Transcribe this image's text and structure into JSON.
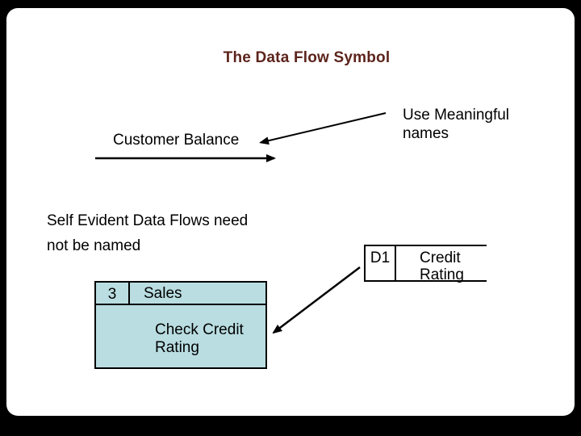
{
  "slide": {
    "title": "The Data Flow Symbol",
    "data_flow": {
      "label": "Customer Balance"
    },
    "annotation": {
      "lines": [
        "Use Meaningful",
        "names"
      ]
    },
    "note": {
      "lines": [
        "Self Evident Data Flows need",
        "not be named"
      ]
    },
    "process": {
      "number": "3",
      "location": "Sales",
      "name": "Check Credit Rating"
    },
    "data_store": {
      "id": "D1",
      "name": "Credit Rating"
    },
    "colors": {
      "title_text": "#5c241c",
      "body_text": "#000000",
      "process_fill": "#b9dde1",
      "line": "#000000",
      "frame": "#000000",
      "slide_background": "#ffffff"
    }
  }
}
